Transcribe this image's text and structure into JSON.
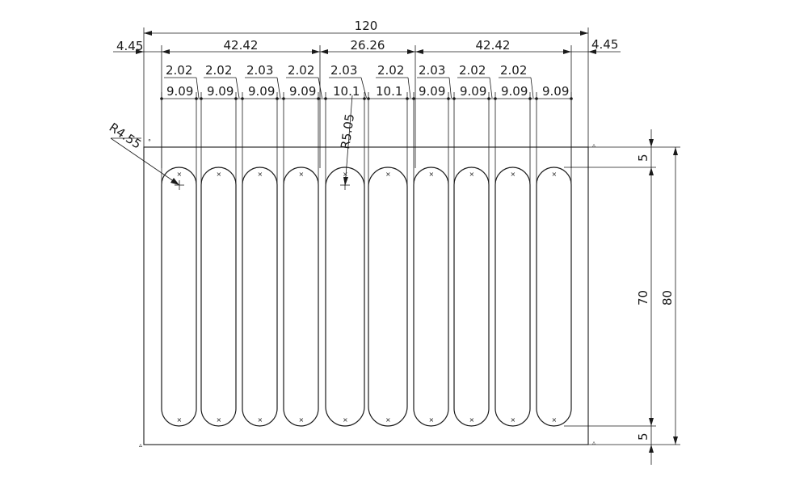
{
  "dimensions": {
    "overall_width": "120",
    "left_margin": "4.45",
    "right_margin": "4.45",
    "group_left": "42.42",
    "group_center": "26.26",
    "group_right": "42.42",
    "gaps": [
      "2.02",
      "2.02",
      "2.03",
      "2.02",
      "2.03",
      "2.02",
      "2.03",
      "2.02",
      "2.02"
    ],
    "slot_widths": [
      "9.09",
      "9.09",
      "9.09",
      "9.09",
      "10.1",
      "10.1",
      "9.09",
      "9.09",
      "9.09",
      "9.09"
    ],
    "radius_small": "R4.55",
    "radius_large": "R5.05",
    "top_offset": "5",
    "slot_length": "70",
    "overall_height": "80",
    "bottom_offset": "5"
  },
  "colors": {
    "line": "#1a1a1a",
    "background": "#ffffff"
  }
}
